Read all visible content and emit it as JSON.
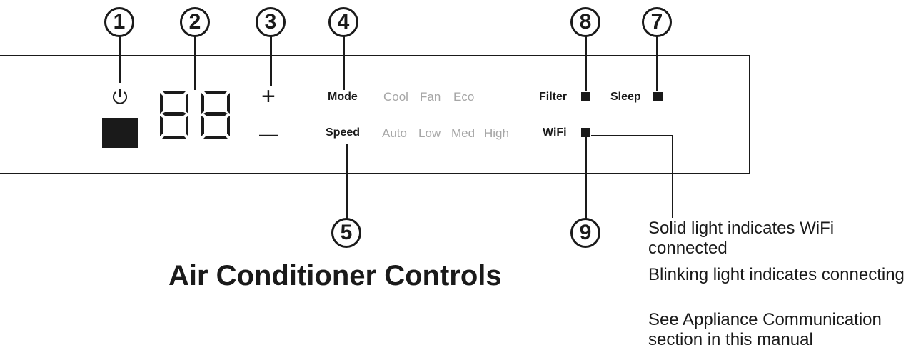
{
  "title": "Air Conditioner Controls",
  "callouts": {
    "c1": "1",
    "c2": "2",
    "c3": "3",
    "c4": "4",
    "c5": "5",
    "c7": "7",
    "c8": "8",
    "c9": "9"
  },
  "panel": {
    "plus_label": "+",
    "minus_label": "—",
    "mode_label": "Mode",
    "mode_options": [
      "Cool",
      "Fan",
      "Eco"
    ],
    "speed_label": "Speed",
    "speed_options": [
      "Auto",
      "Low",
      "Med",
      "High"
    ],
    "filter_label": "Filter",
    "sleep_label": "Sleep",
    "wifi_label": "WiFi"
  },
  "notes": [
    "Solid light indicates WiFi connected",
    "Blinking light indicates connecting",
    "See Appliance Communication section in this manual"
  ],
  "icons": [
    "power-icon",
    "seven-segment-display"
  ],
  "colors": {
    "ink": "#1a1a1a",
    "inactive_text": "#a6a6a6"
  }
}
